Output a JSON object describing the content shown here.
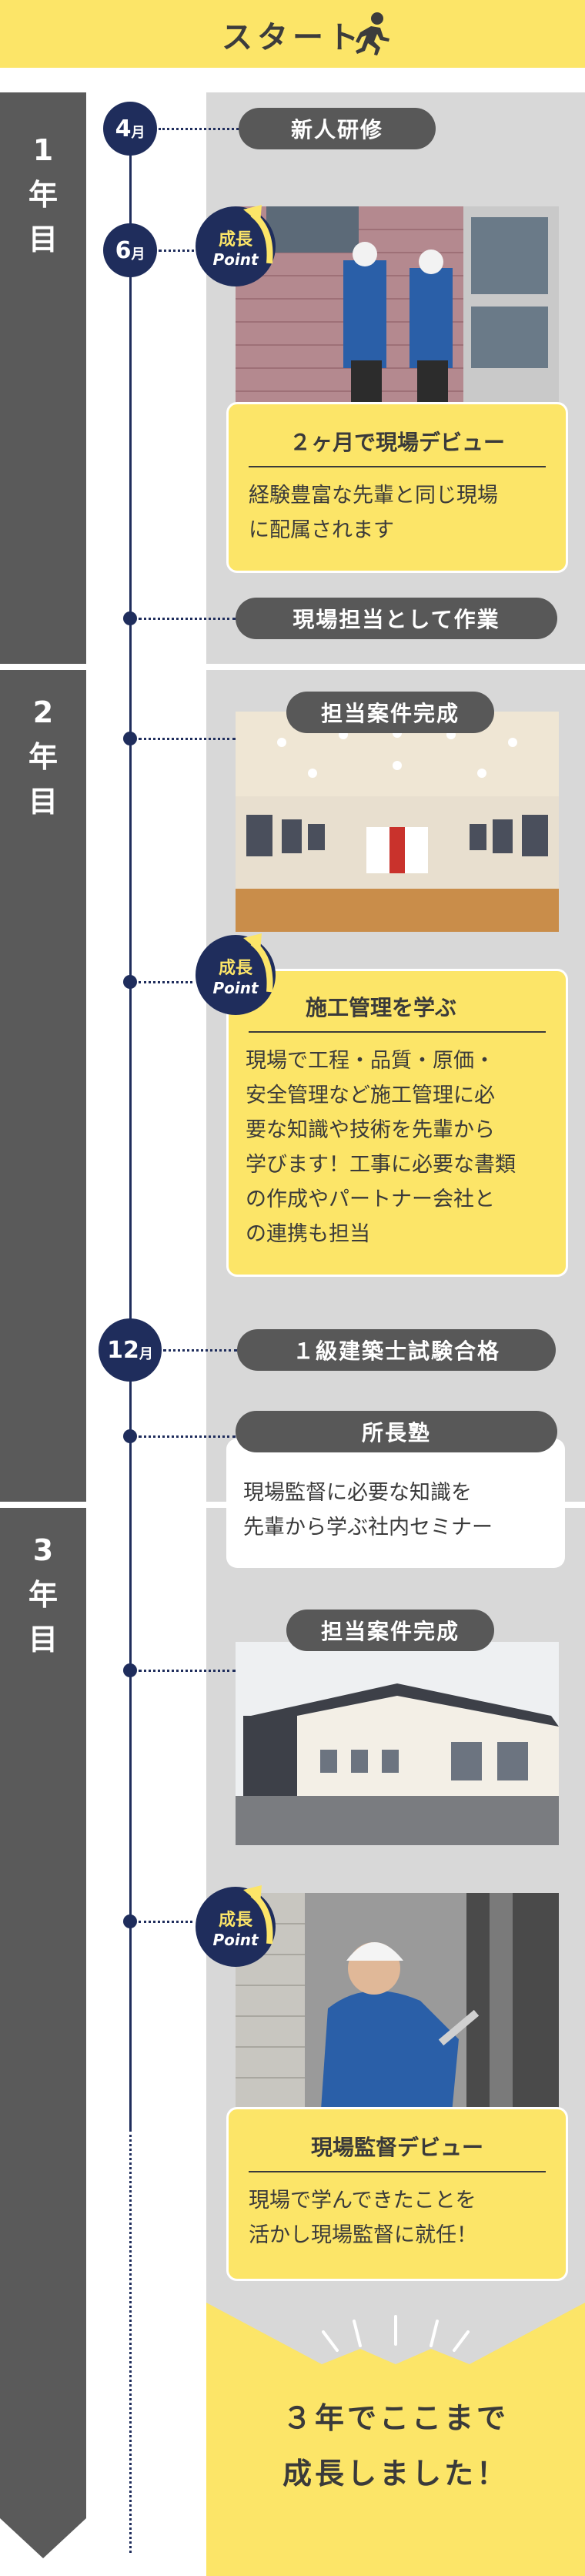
{
  "start": {
    "label": "スタート"
  },
  "years": [
    {
      "num": "1",
      "unit": "年",
      "suffix": "目"
    },
    {
      "num": "2",
      "unit": "年",
      "suffix": "目"
    },
    {
      "num": "3",
      "unit": "年",
      "suffix": "目"
    }
  ],
  "months": [
    {
      "num": "4",
      "unit": "月"
    },
    {
      "num": "6",
      "unit": "月"
    },
    {
      "num": "12",
      "unit": "月"
    }
  ],
  "events": {
    "training": "新人研修",
    "onsite_work": "現場担当として作業",
    "project_complete_1": "担当案件完成",
    "exam_pass": "１級建築士試験合格",
    "director_school": "所長塾",
    "project_complete_2": "担当案件完成"
  },
  "badge": {
    "line1": "成長",
    "line2": "Point"
  },
  "cards": {
    "debut": {
      "title": "２ヶ月で現場デビュー",
      "body1": "経験豊富な先輩と同じ現場",
      "body2": "に配属されます"
    },
    "management": {
      "title": "施工管理を学ぶ",
      "body1": "現場で工程・品質・原価・",
      "body2": "安全管理など施工管理に必",
      "body3": "要な知識や技術を先輩から",
      "body4": "学びます！工事に必要な書類",
      "body5": "の作成やパートナー会社と",
      "body6": "の連携も担当"
    },
    "seminar": {
      "body1": "現場監督に必要な知識を",
      "body2": "先輩から学ぶ社内セミナー"
    },
    "supervisor": {
      "title": "現場監督デビュー",
      "body1": "現場で学んできたことを",
      "body2": "活かし現場監督に就任！"
    }
  },
  "finish": {
    "line1": "３年でここまで",
    "line2": "成長しました！"
  },
  "colors": {
    "yellow": "#fce568",
    "navy": "#1f2d5c",
    "gray_bar": "#5a5a5a",
    "gray_bg": "#d8d8d8",
    "pill": "#585858"
  }
}
